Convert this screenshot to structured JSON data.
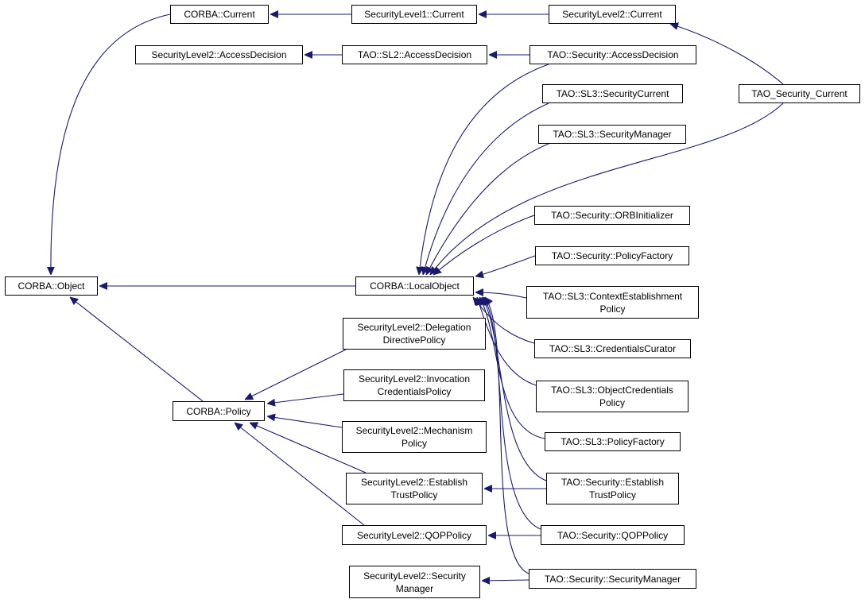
{
  "diagram": {
    "type": "inheritance-graph",
    "colors": {
      "edge": "#191970",
      "node_border": "#000000",
      "node_fill": "#ffffff",
      "text": "#000000"
    },
    "nodes": {
      "corba_current": "CORBA::Current",
      "sl1_current": "SecurityLevel1::Current",
      "sl2_current": "SecurityLevel2::Current",
      "sl2_access_decision": "SecurityLevel2::AccessDecision",
      "tao_sl2_access_decision": "TAO::SL2::AccessDecision",
      "tao_sec_access_decision": "TAO::Security::AccessDecision",
      "tao_security_current": "TAO_Security_Current",
      "tao_sl3_security_current": "TAO::SL3::SecurityCurrent",
      "tao_sl3_security_manager": "TAO::SL3::SecurityManager",
      "tao_sec_orb_initializer": "TAO::Security::ORBInitializer",
      "tao_sec_policy_factory": "TAO::Security::PolicyFactory",
      "tao_sl3_context_establishment_policy": "TAO::SL3::ContextEstablishment\nPolicy",
      "tao_sl3_credentials_curator": "TAO::SL3::CredentialsCurator",
      "tao_sl3_object_credentials_policy": "TAO::SL3::ObjectCredentials\nPolicy",
      "tao_sl3_policy_factory": "TAO::SL3::PolicyFactory",
      "tao_sec_establish_trust_policy": "TAO::Security::Establish\nTrustPolicy",
      "tao_sec_qop_policy": "TAO::Security::QOPPolicy",
      "tao_sec_security_manager": "TAO::Security::SecurityManager",
      "corba_object": "CORBA::Object",
      "corba_local_object": "CORBA::LocalObject",
      "corba_policy": "CORBA::Policy",
      "sl2_delegation_directive_policy": "SecurityLevel2::Delegation\nDirectivePolicy",
      "sl2_invocation_credentials_policy": "SecurityLevel2::Invocation\nCredentialsPolicy",
      "sl2_mechanism_policy": "SecurityLevel2::Mechanism\nPolicy",
      "sl2_establish_trust_policy": "SecurityLevel2::Establish\nTrustPolicy",
      "sl2_qop_policy": "SecurityLevel2::QOPPolicy",
      "sl2_security_manager": "SecurityLevel2::Security\nManager"
    },
    "edges": [
      {
        "from": "corba_current",
        "to": "corba_object"
      },
      {
        "from": "sl1_current",
        "to": "corba_current"
      },
      {
        "from": "sl2_current",
        "to": "sl1_current"
      },
      {
        "from": "tao_security_current",
        "to": "sl2_current"
      },
      {
        "from": "tao_security_current",
        "to": "corba_local_object"
      },
      {
        "from": "tao_sl2_access_decision",
        "to": "sl2_access_decision"
      },
      {
        "from": "tao_sec_access_decision",
        "to": "tao_sl2_access_decision"
      },
      {
        "from": "tao_sec_access_decision",
        "to": "corba_local_object"
      },
      {
        "from": "tao_sl3_security_current",
        "to": "corba_local_object"
      },
      {
        "from": "tao_sl3_security_manager",
        "to": "corba_local_object"
      },
      {
        "from": "tao_sec_orb_initializer",
        "to": "corba_local_object"
      },
      {
        "from": "tao_sec_policy_factory",
        "to": "corba_local_object"
      },
      {
        "from": "tao_sl3_context_establishment_policy",
        "to": "corba_local_object"
      },
      {
        "from": "tao_sl3_credentials_curator",
        "to": "corba_local_object"
      },
      {
        "from": "tao_sl3_object_credentials_policy",
        "to": "corba_local_object"
      },
      {
        "from": "tao_sl3_policy_factory",
        "to": "corba_local_object"
      },
      {
        "from": "tao_sec_establish_trust_policy",
        "to": "corba_local_object"
      },
      {
        "from": "tao_sec_qop_policy",
        "to": "corba_local_object"
      },
      {
        "from": "tao_sec_security_manager",
        "to": "corba_local_object"
      },
      {
        "from": "corba_local_object",
        "to": "corba_object"
      },
      {
        "from": "corba_policy",
        "to": "corba_object"
      },
      {
        "from": "sl2_delegation_directive_policy",
        "to": "corba_policy"
      },
      {
        "from": "sl2_invocation_credentials_policy",
        "to": "corba_policy"
      },
      {
        "from": "sl2_mechanism_policy",
        "to": "corba_policy"
      },
      {
        "from": "sl2_establish_trust_policy",
        "to": "corba_policy"
      },
      {
        "from": "sl2_qop_policy",
        "to": "corba_policy"
      },
      {
        "from": "tao_sec_establish_trust_policy",
        "to": "sl2_establish_trust_policy"
      },
      {
        "from": "tao_sec_qop_policy",
        "to": "sl2_qop_policy"
      },
      {
        "from": "tao_sec_security_manager",
        "to": "sl2_security_manager"
      }
    ]
  }
}
